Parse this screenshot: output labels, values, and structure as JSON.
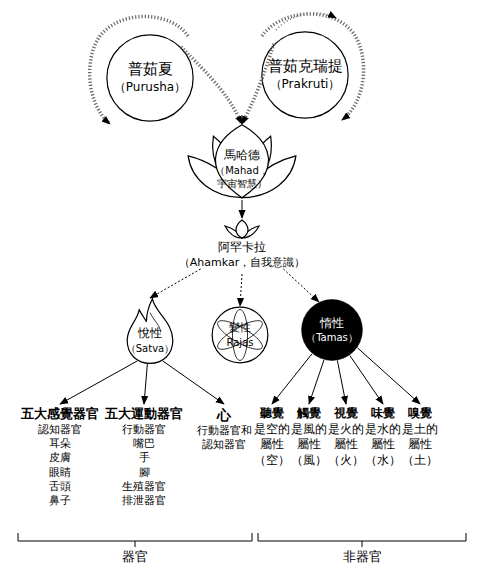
{
  "diagram": {
    "nodes": [
      {
        "text": [
          "普茹夏",
          "（Purusha）"
        ]
      },
      {
        "text": [
          "普茹克瑞提",
          "（Prakruti）"
        ]
      },
      {
        "text": [
          "馬哈德",
          "（Mahad， 宇宙智慧）"
        ]
      },
      {
        "text": [
          "阿罕卡拉",
          "（Ahamkar，自我意識）"
        ]
      },
      {
        "text": [
          "悅性",
          "（Satva）"
        ]
      },
      {
        "text": [
          "變性",
          "Rajas"
        ]
      },
      {
        "text": [
          "惰性",
          "（Tamas）"
        ]
      },
      {
        "text": [
          "五大感覺器官",
          "認知器官",
          "耳朵",
          "皮膚",
          "眼睛",
          "舌頭",
          "鼻子"
        ]
      },
      {
        "text": [
          "五大運動器官",
          "行動器官",
          "嘴巴",
          "手",
          "腳",
          "生殖器官",
          "排泄器官"
        ]
      },
      {
        "text": [
          "心",
          "行動器官和 認知器官"
        ]
      },
      {
        "text": [
          "聽覺",
          "是空的 屬性 （空）"
        ]
      },
      {
        "text": [
          "觸覺",
          "是風的 屬性 （風）"
        ]
      },
      {
        "text": [
          "視覺",
          "是火的 屬性 （火）"
        ]
      },
      {
        "text": [
          "味覺",
          "是水的 屬性 （水）"
        ]
      },
      {
        "text": [
          "嗅覺",
          "是土的 屬性 （土）"
        ]
      }
    ],
    "edges": [
      {
        "from": 0,
        "to": 2,
        "arrow": "to"
      },
      {
        "from": 1,
        "to": 2,
        "arrow": "to"
      },
      {
        "from": 2,
        "to": 3,
        "arrow": "to"
      },
      {
        "from": 3,
        "to": 4,
        "arrow": "to"
      },
      {
        "from": 3,
        "to": 5,
        "arrow": "to"
      },
      {
        "from": 3,
        "to": 6,
        "arrow": "to"
      },
      {
        "from": 4,
        "to": 7,
        "arrow": "to"
      },
      {
        "from": 4,
        "to": 8,
        "arrow": "to"
      },
      {
        "from": 4,
        "to": 9,
        "arrow": "to"
      },
      {
        "from": 6,
        "to": 10,
        "arrow": "to"
      },
      {
        "from": 6,
        "to": 11,
        "arrow": "to"
      },
      {
        "from": 6,
        "to": 12,
        "arrow": "to"
      },
      {
        "from": 6,
        "to": 13,
        "arrow": "to"
      },
      {
        "from": 6,
        "to": 14,
        "arrow": "to"
      }
    ],
    "labels": [
      "器官",
      "非器官"
    ]
  }
}
